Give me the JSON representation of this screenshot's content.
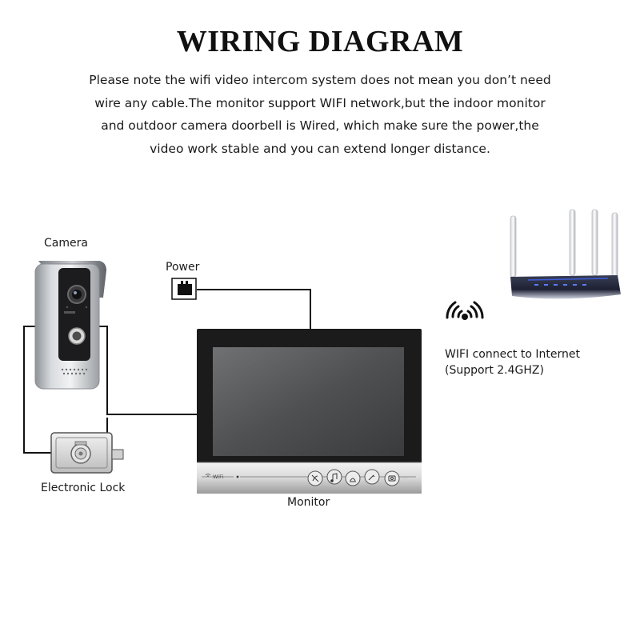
{
  "title": "WIRING DIAGRAM",
  "description_lines": [
    "Please note the wifi video intercom system does not mean you don’t need",
    "wire any cable.The monitor support WIFI network,but the indoor monitor",
    "and outdoor camera doorbell is Wired, which make sure the power,the",
    "video work stable and you can extend longer distance."
  ],
  "labels": {
    "camera": "Camera",
    "power": "Power",
    "lock": "Electronic Lock",
    "monitor": "Monitor",
    "wifi_line1": "WIFI connect to Internet",
    "wifi_line2": "(Support 2.4GHZ)",
    "monitor_wifi_text": "WiFi"
  },
  "icons": {
    "monitor_buttons": [
      "mute-icon",
      "music-note-icon",
      "intercom-icon",
      "unlock-key-icon",
      "camera-switch-icon"
    ],
    "wifi_signal": "wifi-signal-icon",
    "power_plug": "power-adapter-icon"
  },
  "colors": {
    "wire": "#111111",
    "router_accent": "#2a3f8f",
    "camera_panel": "#b8bcc0",
    "monitor_frame": "#1b1b1b"
  }
}
